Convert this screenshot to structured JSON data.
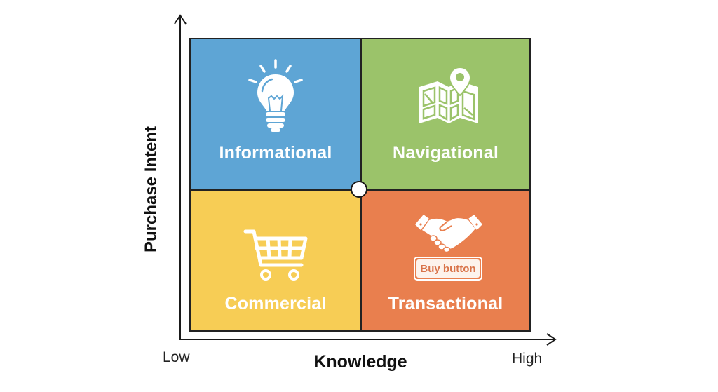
{
  "axes": {
    "y_label": "Purchase Intent",
    "x_label": "Knowledge",
    "x_low": "Low",
    "x_high": "High"
  },
  "colors": {
    "informational": "#5ea5d5",
    "navigational": "#9bc36a",
    "commercial": "#f7cd55",
    "transactional": "#e97f4e",
    "text_on_quadrant": "#ffffff",
    "axis": "#1a1a1a"
  },
  "quadrants": [
    {
      "position": "top-left",
      "label": "Informational",
      "icon": "lightbulb-icon"
    },
    {
      "position": "top-right",
      "label": "Navigational",
      "icon": "map-pin-icon"
    },
    {
      "position": "bottom-left",
      "label": "Commercial",
      "icon": "shopping-cart-icon"
    },
    {
      "position": "bottom-right",
      "label": "Transactional",
      "icon": "handshake-icon",
      "badge": "Buy button"
    }
  ]
}
